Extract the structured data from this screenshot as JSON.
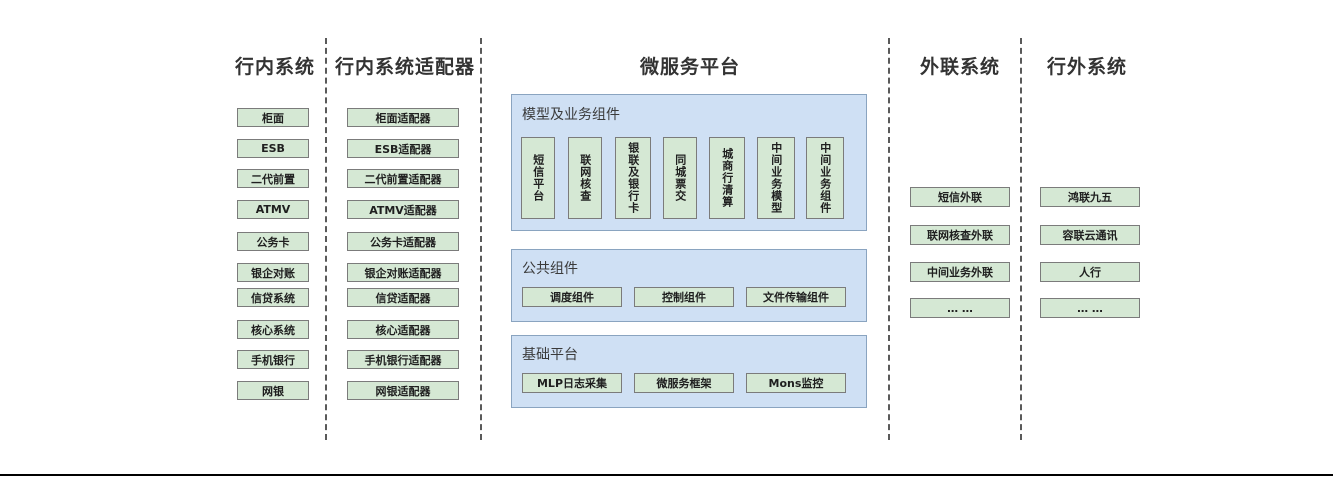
{
  "diagram": {
    "columns": [
      {
        "id": "intra-bank-systems",
        "title": "行内系统",
        "items": [
          {
            "label": "柜面"
          },
          {
            "label": "ESB"
          },
          {
            "label": "二代前置"
          },
          {
            "label": "ATMV"
          },
          {
            "label": "公务卡"
          },
          {
            "label": "银企对账"
          },
          {
            "label": "信贷系统"
          },
          {
            "label": "核心系统"
          },
          {
            "label": "手机银行"
          },
          {
            "label": "网银"
          }
        ]
      },
      {
        "id": "intra-bank-adapters",
        "title": "行内系统适配器",
        "items": [
          {
            "label": "柜面适配器"
          },
          {
            "label": "ESB适配器"
          },
          {
            "label": "二代前置适配器"
          },
          {
            "label": "ATMV适配器"
          },
          {
            "label": "公务卡适配器"
          },
          {
            "label": "银企对账适配器"
          },
          {
            "label": "信贷适配器"
          },
          {
            "label": "核心适配器"
          },
          {
            "label": "手机银行适配器"
          },
          {
            "label": "网银适配器"
          }
        ]
      },
      {
        "id": "microservice-platform",
        "title": "微服务平台",
        "panels": [
          {
            "id": "model-business-components",
            "title": "模型及业务组件",
            "items": [
              {
                "label": "短信平台"
              },
              {
                "label": "联网核查"
              },
              {
                "label": "银联及银行卡"
              },
              {
                "label": "同城票交"
              },
              {
                "label": "城商行清算"
              },
              {
                "label": "中间业务模型"
              },
              {
                "label": "中间业务组件"
              }
            ]
          },
          {
            "id": "public-components",
            "title": "公共组件",
            "items": [
              {
                "label": "调度组件"
              },
              {
                "label": "控制组件"
              },
              {
                "label": "文件传输组件"
              }
            ]
          },
          {
            "id": "base-platform",
            "title": "基础平台",
            "items": [
              {
                "label": "MLP日志采集"
              },
              {
                "label": "微服务框架"
              },
              {
                "label": "Mons监控"
              }
            ]
          }
        ]
      },
      {
        "id": "external-link-systems",
        "title": "外联系统",
        "items": [
          {
            "label": "短信外联"
          },
          {
            "label": "联网核查外联"
          },
          {
            "label": "中间业务外联"
          },
          {
            "label": "… …"
          }
        ]
      },
      {
        "id": "outside-bank-systems",
        "title": "行外系统",
        "items": [
          {
            "label": "鸿联九五"
          },
          {
            "label": "容联云通讯"
          },
          {
            "label": "人行"
          },
          {
            "label": "… …"
          }
        ]
      }
    ],
    "colors": {
      "node_fill": "#d5e8d4",
      "node_border": "#7b7b7b",
      "panel_fill": "#cfe0f4",
      "panel_border": "#8aa4c0",
      "divider": "#5a5a5a",
      "text": "#222222"
    }
  }
}
